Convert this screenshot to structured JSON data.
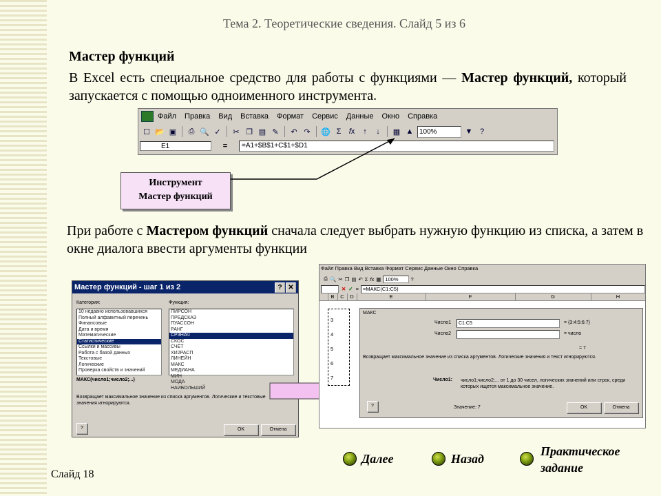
{
  "header": {
    "title": "Тема 2. Теоретические сведения. Слайд 5 из 6"
  },
  "section": {
    "heading": "Мастер функций",
    "intro_normal": "В Excel есть специальное средство для работы с функциями —",
    "intro_bold": "Мастер функций,",
    "intro_tail": "который запускается с помощью одноименного инструмента."
  },
  "excel_toolbar": {
    "menu": [
      "Файл",
      "Правка",
      "Вид",
      "Вставка",
      "Формат",
      "Сервис",
      "Данные",
      "Окно",
      "Справка"
    ],
    "zoom": "100%",
    "name_box": "E1",
    "formula_eq": "=",
    "formula": "=A1+$B$1+C$1+$D1"
  },
  "callout": {
    "line1": "Инструмент",
    "line2": "Мастер функций"
  },
  "para2": {
    "before": "При  работе с",
    "bold": "Мастером функций",
    "after": "сначала следует выбрать нужную функцию из списка, а затем в окне диалога ввести аргументы функции"
  },
  "dialog1": {
    "title": "Мастер функций - шаг 1 из 2",
    "help_btn": "?",
    "close_btn": "✕",
    "category_label": "Категория:",
    "function_label": "Функция:",
    "categories": [
      "10 недавно использовавшихся",
      "Полный алфавитный перечень",
      "Финансовые",
      "Дата и время",
      "Математические",
      "Статистические",
      "Ссылки и массивы",
      "Работа с базой данных",
      "Текстовые",
      "Логические",
      "Проверка свойств и значений"
    ],
    "selected_category_index": 5,
    "functions": [
      "ПИРСОН",
      "ПРЕДСКАЗ",
      "ПУАССОН",
      "РАНГ",
      "СРЗНАЧ",
      "СКОС",
      "СЧЁТ",
      "ХИ2РАСП",
      "ЛИНЕЙН",
      "МАКС",
      "МЕДИАНА",
      "МИН",
      "МОДА",
      "НАИБОЛЬШИЙ"
    ],
    "selected_function_index": 4,
    "syntax": "МАКС(число1;число2;...)",
    "description": "Возвращает максимальное значение из списка аргументов. Логические и текстовые значения игнорируются.",
    "help_icon": "?",
    "ok": "OK",
    "cancel": "Отмена"
  },
  "window2": {
    "menu": "Файл  Правка  Вид  Вставка  Формат  Сервис  Данные  Окно  Справка",
    "zoom": "100%",
    "cancel_x": "✕",
    "ok_check": "✓",
    "formula_eq": "=",
    "formula": "=МАКС(C1:C5)",
    "columns": [
      "B",
      "C",
      "D",
      "E",
      "F",
      "G",
      "H"
    ],
    "rows": [
      "3",
      "4",
      "5",
      "6",
      "7"
    ]
  },
  "args_panel": {
    "func": "МАКС",
    "arg1_label": "Число1",
    "arg1_value": "C1:C5",
    "arg1_result": "= {3:4:5:6:7}",
    "arg2_label": "Число2",
    "arg2_result": "= число",
    "total": "= 7",
    "desc": "Возвращает максимальное значение из списка аргументов. Логические значения и текст игнорируются.",
    "arg_help_name": "Число1:",
    "arg_help_text": "число1;число2;... от 1 до 30 чисел, логических значений или строк, среди которых ищется максимальное значение.",
    "help_icon": "?",
    "value": "Значение: 7",
    "ok": "OK",
    "cancel": "Отмена"
  },
  "nav": {
    "next": "Далее",
    "back": "Назад",
    "practice_line1": "Практическое",
    "practice_line2": "задание"
  },
  "footer": {
    "slide": "Слайд 18"
  }
}
